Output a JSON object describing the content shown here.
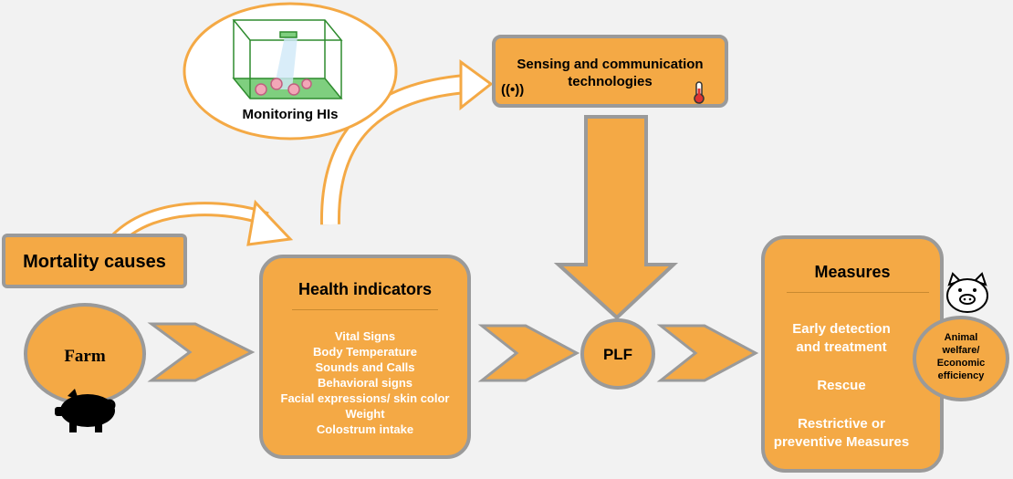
{
  "mortality": {
    "label": "Mortality causes"
  },
  "farm": {
    "label": "Farm"
  },
  "monitoring": {
    "label": "Monitoring HIs"
  },
  "sensing": {
    "line1": "Sensing and communication",
    "line2": "technologies"
  },
  "health": {
    "title": "Health indicators",
    "items": [
      "Vital Signs",
      "Body Temperature",
      "Sounds and Calls",
      "Behavioral signs",
      "Facial expressions/ skin color",
      "Weight",
      "Colostrum intake"
    ]
  },
  "plf": {
    "label": "PLF"
  },
  "measures": {
    "title": "Measures",
    "items": [
      "Early detection",
      "and treatment",
      "Rescue",
      "Restrictive or",
      "preventive Measures"
    ]
  },
  "outcome": {
    "line1": "Animal",
    "line2": "welfare/",
    "line3": "Economic",
    "line4": "efficiency"
  },
  "colors": {
    "fill": "#f4a945",
    "border": "#9a9a9a",
    "background": "#f2f2f2"
  },
  "icons": [
    "pig-silhouette-icon",
    "pig-face-icon",
    "wireless-signal-icon",
    "thermometer-icon",
    "barn-monitoring-illustration"
  ]
}
